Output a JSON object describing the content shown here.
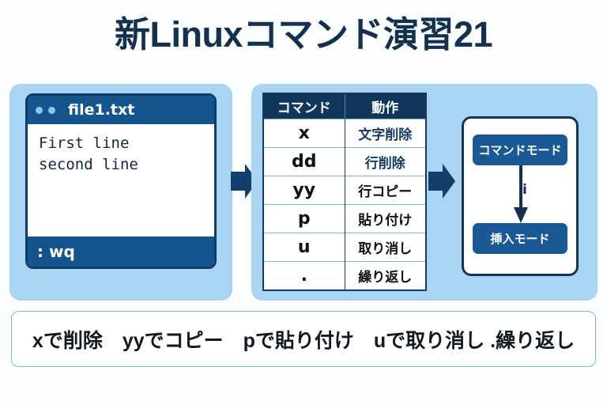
{
  "title": "新Linuxコマンド演習21",
  "colors": {
    "title_navy": "#12314f",
    "panel_blue": "#a9d5f2",
    "header_navy": "#11365c",
    "titlebar_blue": "#14558f",
    "mode_blue": "#1a5896",
    "arrow_navy": "#123f6b",
    "caption_border": "#74b8e4",
    "page_bg": "#fbfdff"
  },
  "terminal": {
    "filename": "file1.txt",
    "dots": [
      "dot-left",
      "dot-right"
    ],
    "lines": [
      "First line",
      "second line"
    ],
    "status": ": wq"
  },
  "arrows": {
    "arrow1_name": "flow-arrow-right",
    "arrow2_name": "flow-arrow-right"
  },
  "command_table": {
    "headers": [
      "コマンド",
      "動作"
    ],
    "rows": [
      {
        "key": "x",
        "action": "文字削除",
        "action_style": "navy"
      },
      {
        "key": "dd",
        "action": "行削除",
        "action_style": "navy"
      },
      {
        "key": "yy",
        "action": "行コピー",
        "action_style": "plain"
      },
      {
        "key": "p",
        "action": "貼り付け",
        "action_style": "plain"
      },
      {
        "key": "u",
        "action": "取り消し",
        "action_style": "plain"
      },
      {
        "key": ".",
        "action": "繰り返し",
        "action_style": "plain"
      }
    ]
  },
  "mode_diagram": {
    "command_mode": "コマンドモード",
    "insert_mode": "挿入モード",
    "transition_key": "i"
  },
  "caption": {
    "text": "xで削除　yyでコピー　pで貼り付け　uで取り消し .繰り返し"
  }
}
